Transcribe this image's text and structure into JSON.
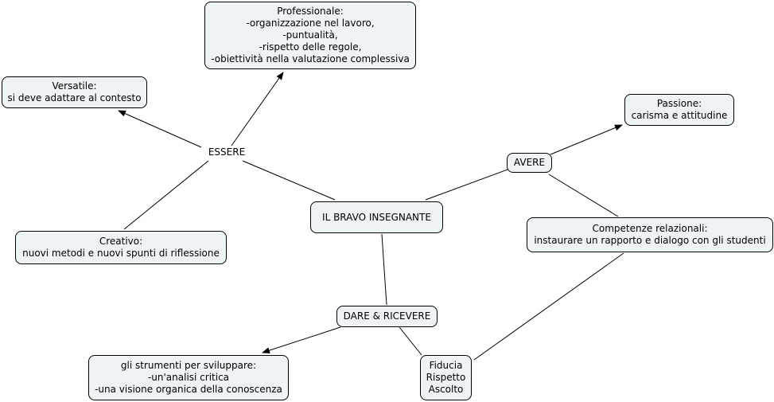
{
  "nodes": {
    "center": "IL BRAVO INSEGNANTE",
    "professionale": "Professionale:\n-organizzazione nel lavoro,\n-puntualità,\n-rispetto delle regole,\n-obiettività nella valutazione complessiva",
    "versatile": "Versatile:\nsi deve adattare al contesto",
    "creativo": "Creativo:\nnuovi metodi e nuovi spunti di riflessione",
    "passione": "Passione:\ncarisma e attitudine",
    "avere": "AVERE",
    "competenze": "Competenze relazionali:\ninstaurare un rapporto e dialogo con gli studenti",
    "dare": "DARE & RICEVERE",
    "strumenti": "gli strumenti per sviluppare:\n-un'analisi critica\n-una visione organica della conoscenza",
    "fiducia": "Fiducia\nRispetto\nAscolto"
  },
  "labels": {
    "essere": "ESSERE"
  },
  "colors": {
    "node_fill": "#eef3f5",
    "border": "#000000"
  }
}
